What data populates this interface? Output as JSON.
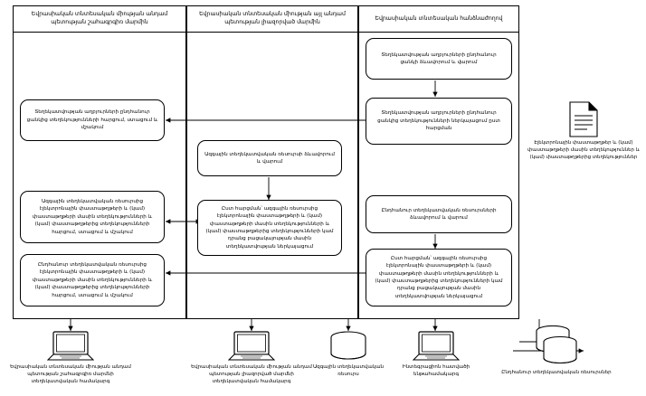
{
  "diagram": {
    "type": "swimlane-flowchart",
    "language": "hy",
    "lanes": [
      {
        "id": "lane-interested-body",
        "title": "Եվրասիական տնտեսական միության անդամ պետության շահագրգիռ մարմին"
      },
      {
        "id": "lane-authorized-body",
        "title": "Եվրասիական տնտեսական միության այլ անդամ պետության լիազորված մարմին"
      },
      {
        "id": "lane-commission",
        "title": "Եվրասիական տնտեսական հանձնաժողով"
      }
    ],
    "nodes": {
      "left_1": "Տեղեկատվության աղբյուրների ընդհանուր ցանկից տեղեկությունների հարցում, ստացում և մշակում",
      "left_2": "Ազգային տեղեկատվական ռեսուրսից էլեկտրոնային փաստաթղթերի և (կամ) փաստաթղթերի մասին տեղեկությունների և (կամ) փաստաթղթերից տեղեկությունների հարցում, ստացում և մշակում",
      "left_3": "Ընդհանուր տեղեկատվական ռեսուրսից էլեկտրոնային փաստաթղթերի և (կամ) փաստաթղթերի մասին տեղեկությունների և (կամ) փաստաթղթերից տեղեկությունների հարցում, ստացում և մշակում",
      "mid_1": "Ազգային տեղեկատվական ռեսուրսի ձևավորում և վարում",
      "mid_2": "Ըստ հարցման՝ ազգային ռեսուրսից էլեկտրոնային փաստաթղթերի և (կամ) փաստաթղթերի մասին տեղեկությունների և (կամ) փաստաթղթերից տեղեկությունների կամ դրանց բացակայության մասին տեղեկատվության ներկայացում",
      "right_1": "Տեղեկատվության աղբյուրների ընդհանուր ցանկի ձևավորում և վարում",
      "right_2": "Տեղեկատվության աղբյուրների ընդհանուր ցանկից տեղեկությունների ներկայացում ըստ հարցման",
      "right_3": "Ընդհանուր տեղեկատվական ռեսուրսների ձևավորում և վարում",
      "right_4": "Ըստ հարցման՝ ազգային ռեսուրսից էլեկտրոնային փաստաթղթերի և (կամ) փաստաթղթերի մասին տեղեկությունների և (կամ) փաստաթղթերից տեղեկությունների կամ դրանց բացակայության մասին տեղեկատվության ներկայացում"
    },
    "document_artifact": {
      "icon": "document-icon",
      "caption": "Էլեկտրոնային փաստաթղթեր և (կամ) փաստաթղթերի մասին տեղեկություններ և (կամ) փաստաթղթերից տեղեկություններ"
    },
    "bottom_items": [
      {
        "icon": "monitor-icon",
        "caption": "Եվրասիական տնտեսական միության անդամ պետության շահագրգիռ մարմնի տեղեկատվական համակարգ"
      },
      {
        "icon": "monitor-icon",
        "caption": "Եվրասիական տնտեսական միության անդամ պետության լիազորված մարմնի տեղեկատվական համակարգ"
      },
      {
        "icon": "database-icon",
        "caption": "Ազգային տեղեկատվական ռեսուրս"
      },
      {
        "icon": "monitor-icon",
        "caption": "Ինտեգրացիոն հատվածի ենթահամակարգ"
      },
      {
        "icon": "database-stack-icon",
        "caption": "Ընդհանուր տեղեկատվական ռեսուրսներ"
      }
    ],
    "colors": {
      "stroke": "#000000",
      "background": "#ffffff"
    }
  }
}
